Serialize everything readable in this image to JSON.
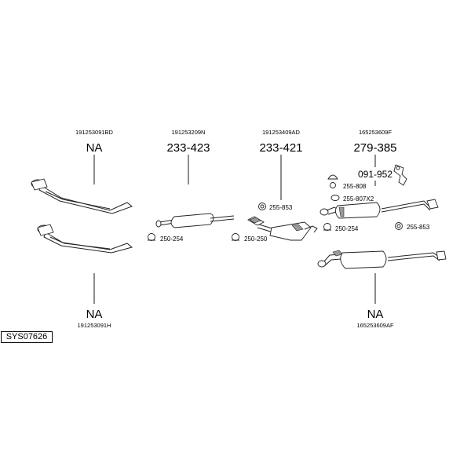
{
  "system_code": "SYS07626",
  "columns": [
    {
      "oem_top": "191253091BD",
      "part_top": "NA",
      "part_bottom": "NA",
      "oem_bottom": "191253091H"
    },
    {
      "oem_top": "191253209N",
      "part_top": "233-423"
    },
    {
      "oem_top": "191253409AD",
      "part_top": "233-421"
    },
    {
      "oem_top": "165253609F",
      "part_top": "279-385",
      "part_bottom": "NA",
      "oem_bottom": "165253609AF"
    }
  ],
  "accessories": {
    "clamp_a": "250-254",
    "clamp_b": "250-250",
    "ring_a": "255-853",
    "mount_a": "091-952",
    "rubber_a": "255-808",
    "rubber_b": "255-807X2",
    "clamp_c": "250-254",
    "ring_b": "255-853"
  }
}
